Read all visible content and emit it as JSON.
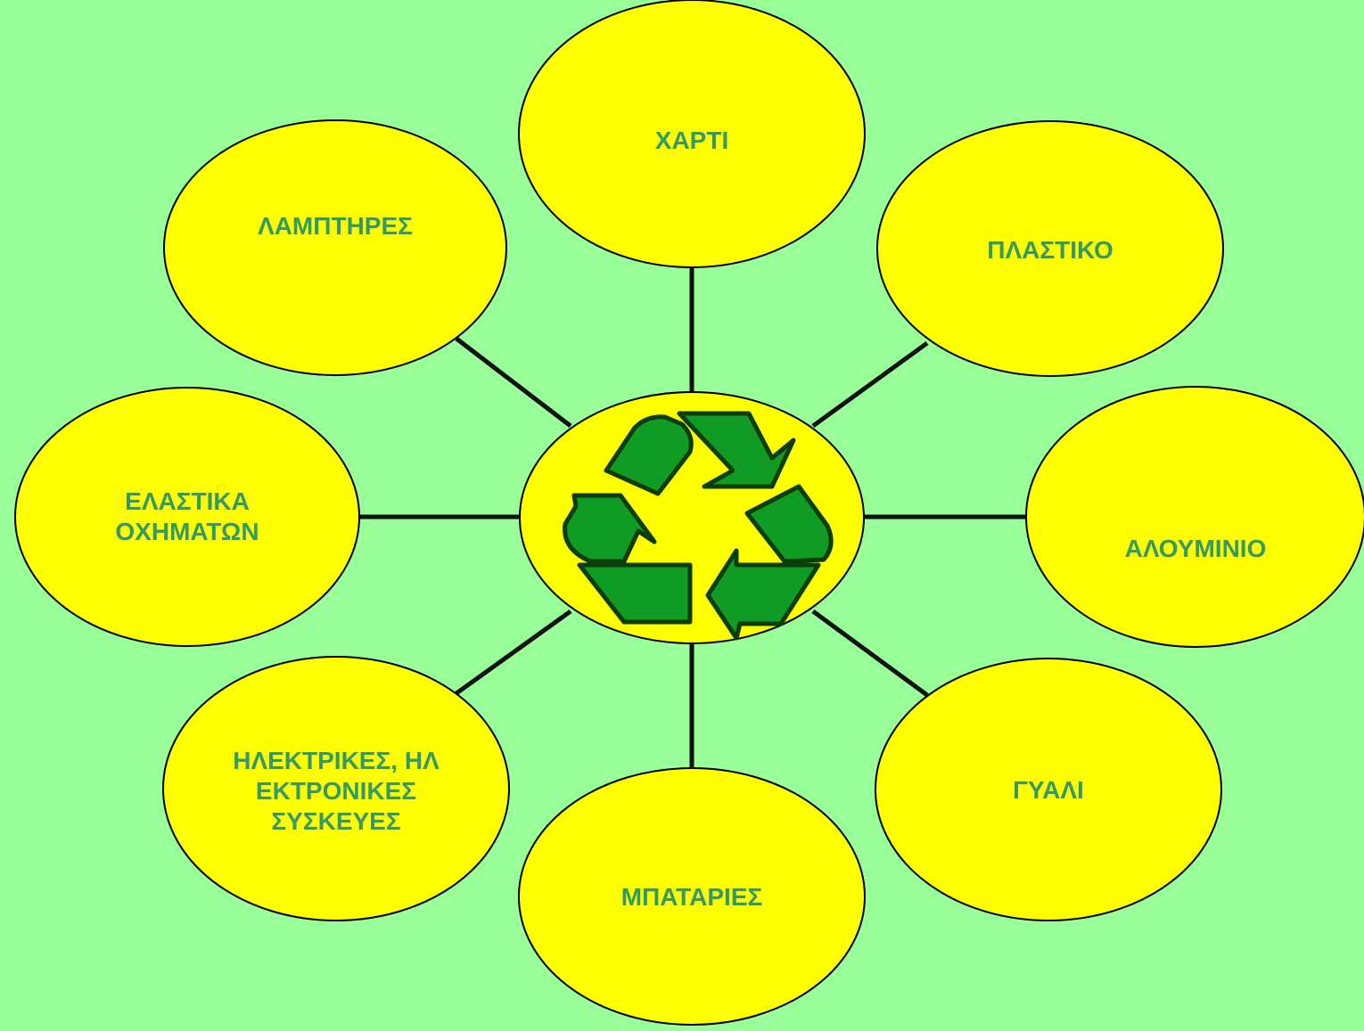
{
  "colors": {
    "background": "#99ff99",
    "ellipse_fill": "#ffff00",
    "ellipse_stroke": "#000000",
    "label_text": "#339966",
    "connector": "#111111",
    "recycle_fill": "#109c24",
    "recycle_stroke": "#0a3d0a"
  },
  "center": {
    "icon": "recycle-icon"
  },
  "nodes": [
    {
      "id": "paper",
      "label": "ΧΑΡΤΙ"
    },
    {
      "id": "plastic",
      "label": "ΠΛΑΣΤΙΚΟ"
    },
    {
      "id": "aluminium",
      "label": "ΑΛΟΥΜΙΝΙΟ"
    },
    {
      "id": "glass",
      "label": "ΓΥΑΛΙ"
    },
    {
      "id": "batteries",
      "label": "ΜΠΑΤΑΡΙΕΣ"
    },
    {
      "id": "electronics",
      "label": "ΗΛΕΚΤΡΙΚΕΣ, ΗΛ\nΕΚΤΡΟΝΙΚΕΣ\nΣΥΣΚΕΥΕΣ"
    },
    {
      "id": "tyres",
      "label": "ΕΛΑΣΤΙΚΑ\nΟΧΗΜΑΤΩΝ"
    },
    {
      "id": "lamps",
      "label": "ΛΑΜΠΤΗΡΕΣ"
    }
  ]
}
